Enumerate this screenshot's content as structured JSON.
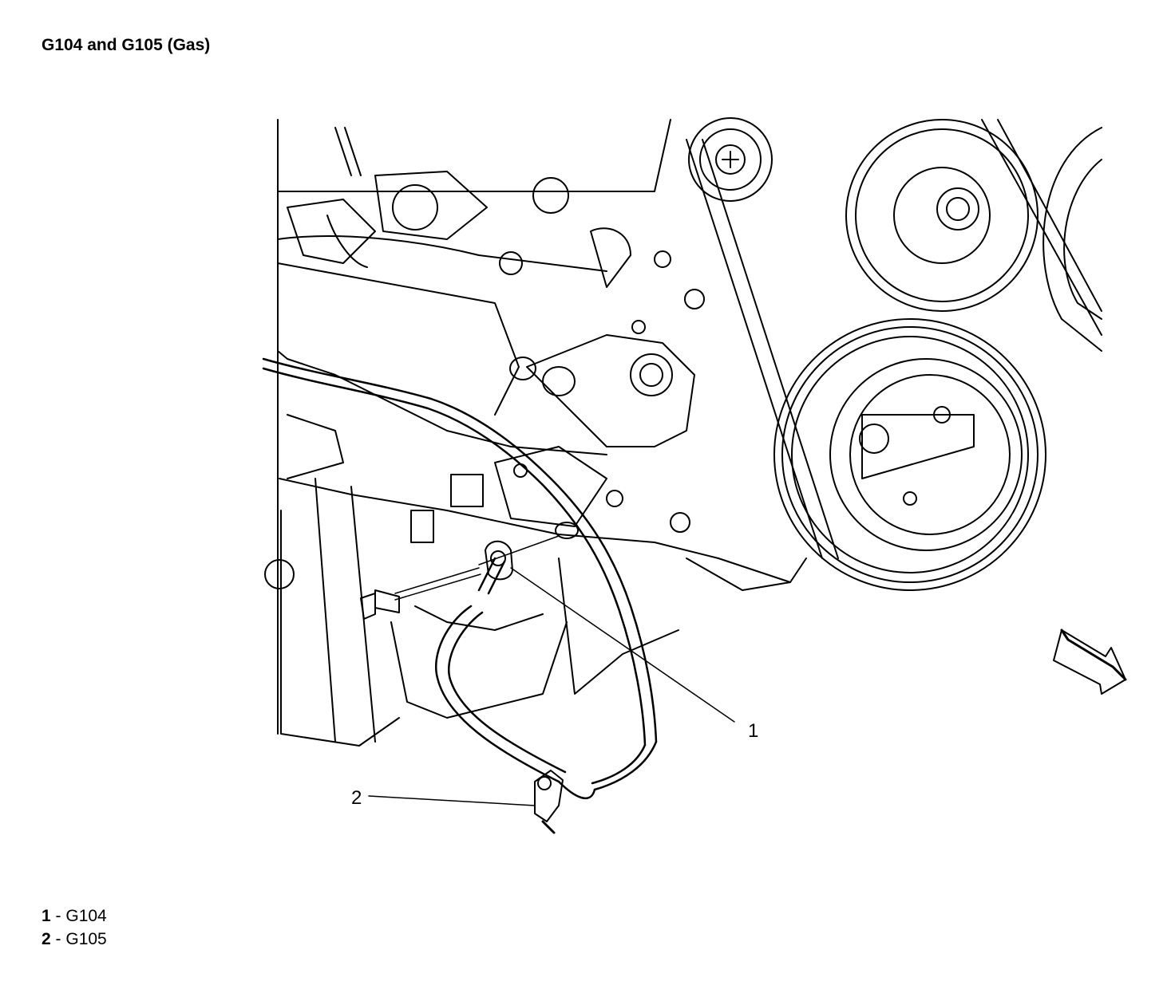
{
  "title": "G104 and G105 (Gas)",
  "callouts": [
    {
      "num": "1"
    },
    {
      "num": "2"
    }
  ],
  "legend": [
    {
      "num": "1",
      "sep": " - ",
      "text": "G104"
    },
    {
      "num": "2",
      "sep": " - ",
      "text": "G105"
    }
  ],
  "colors": {
    "line": "#000000",
    "background": "#ffffff"
  },
  "icons": {
    "direction": "front-direction-arrow-icon"
  }
}
